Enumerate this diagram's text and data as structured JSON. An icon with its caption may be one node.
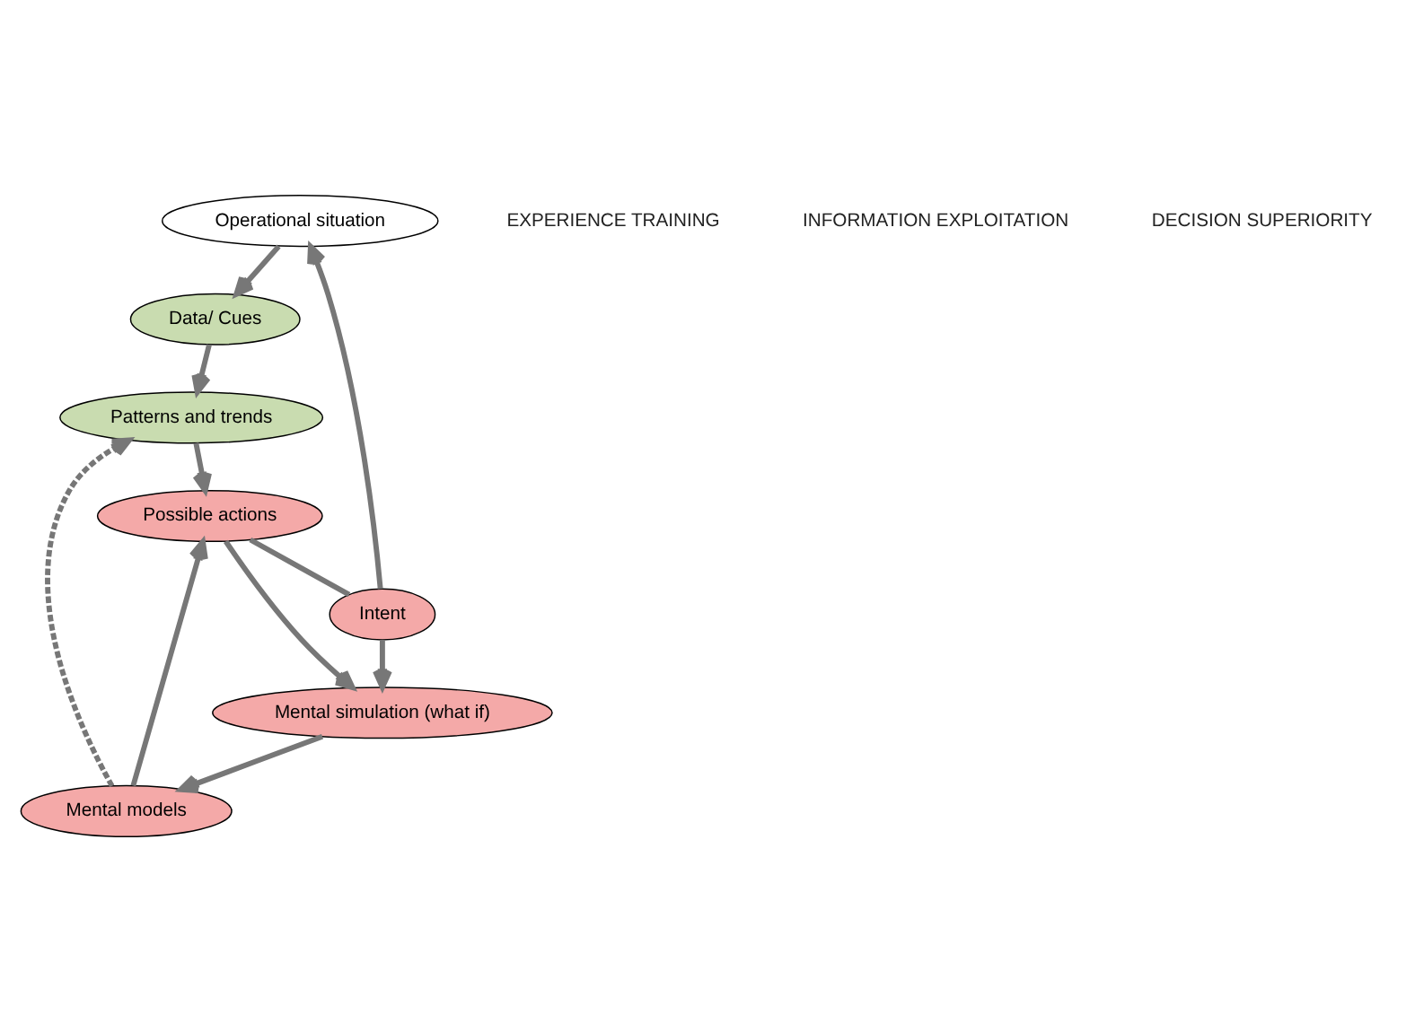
{
  "diagram": {
    "nodes": [
      {
        "text": [
          "Operational situation"
        ]
      },
      {
        "text": [
          "Data/ Cues"
        ]
      },
      {
        "text": [
          "Patterns and trends"
        ]
      },
      {
        "text": [
          "Possible actions"
        ]
      },
      {
        "text": [
          "Intent"
        ]
      },
      {
        "text": [
          "Mental simulation (what if)"
        ]
      },
      {
        "text": [
          "Mental models"
        ]
      }
    ],
    "edges": [
      {
        "from": 4,
        "to": 0,
        "arrow": "to"
      },
      {
        "from": 0,
        "to": 1,
        "arrow": "to"
      },
      {
        "from": 1,
        "to": 2,
        "arrow": "to"
      },
      {
        "from": 2,
        "to": 3,
        "arrow": "to"
      },
      {
        "from": 3,
        "to": 4,
        "arrow": "none"
      },
      {
        "from": 4,
        "to": 5,
        "arrow": "to"
      },
      {
        "from": 3,
        "to": 5,
        "arrow": "to"
      },
      {
        "from": 5,
        "to": 6,
        "arrow": "to"
      },
      {
        "from": 6,
        "to": 3,
        "arrow": "to"
      },
      {
        "from": 6,
        "to": 2,
        "arrow": "to",
        "style": "dashed"
      }
    ],
    "labels": [
      "EXPERIENCE TRAINING",
      "INFORMATION EXPLOITATION",
      "DECISION SUPERIORITY"
    ]
  }
}
